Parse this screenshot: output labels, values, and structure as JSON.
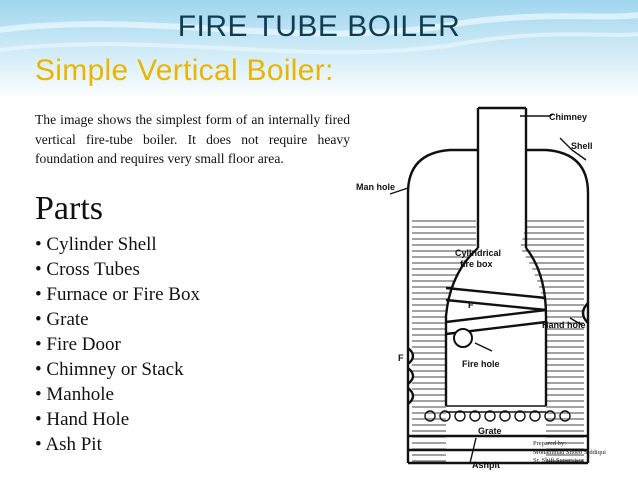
{
  "slide": {
    "title": "FIRE TUBE BOILER",
    "subtitle": "Simple Vertical Boiler:",
    "intro": "The image shows the simplest form of an internally fired vertical fire-tube boiler. It does not require heavy foundation and requires very small floor area.",
    "parts_heading": "Parts",
    "parts": [
      "• Cylinder Shell",
      "• Cross Tubes",
      "• Furnace  or  Fire Box",
      "• Grate",
      "• Fire Door",
      "• Chimney or Stack",
      "• Manhole",
      "• Hand Hole",
      "• Ash Pit"
    ]
  },
  "diagram": {
    "labels": {
      "chimney": "Chimney",
      "shell": "Shell",
      "man_hole": "Man hole",
      "cylindrical": "Cylindrical",
      "fire_box": "fire box",
      "f_upper": "F",
      "hand_hole": "Hand hole",
      "f_left": "F",
      "fire_hole": "Fire hole",
      "grate": "Grate",
      "ashpit": "Ashpit"
    }
  },
  "credit": {
    "line1": "Prepared by:",
    "line2": "Mohammad Shoeb Siddiqui",
    "line3": "Sr. Shift Supervisor"
  },
  "colors": {
    "title": "#0f3d52",
    "subtitle": "#e8b500",
    "background_wave": "#bfe4f3"
  }
}
